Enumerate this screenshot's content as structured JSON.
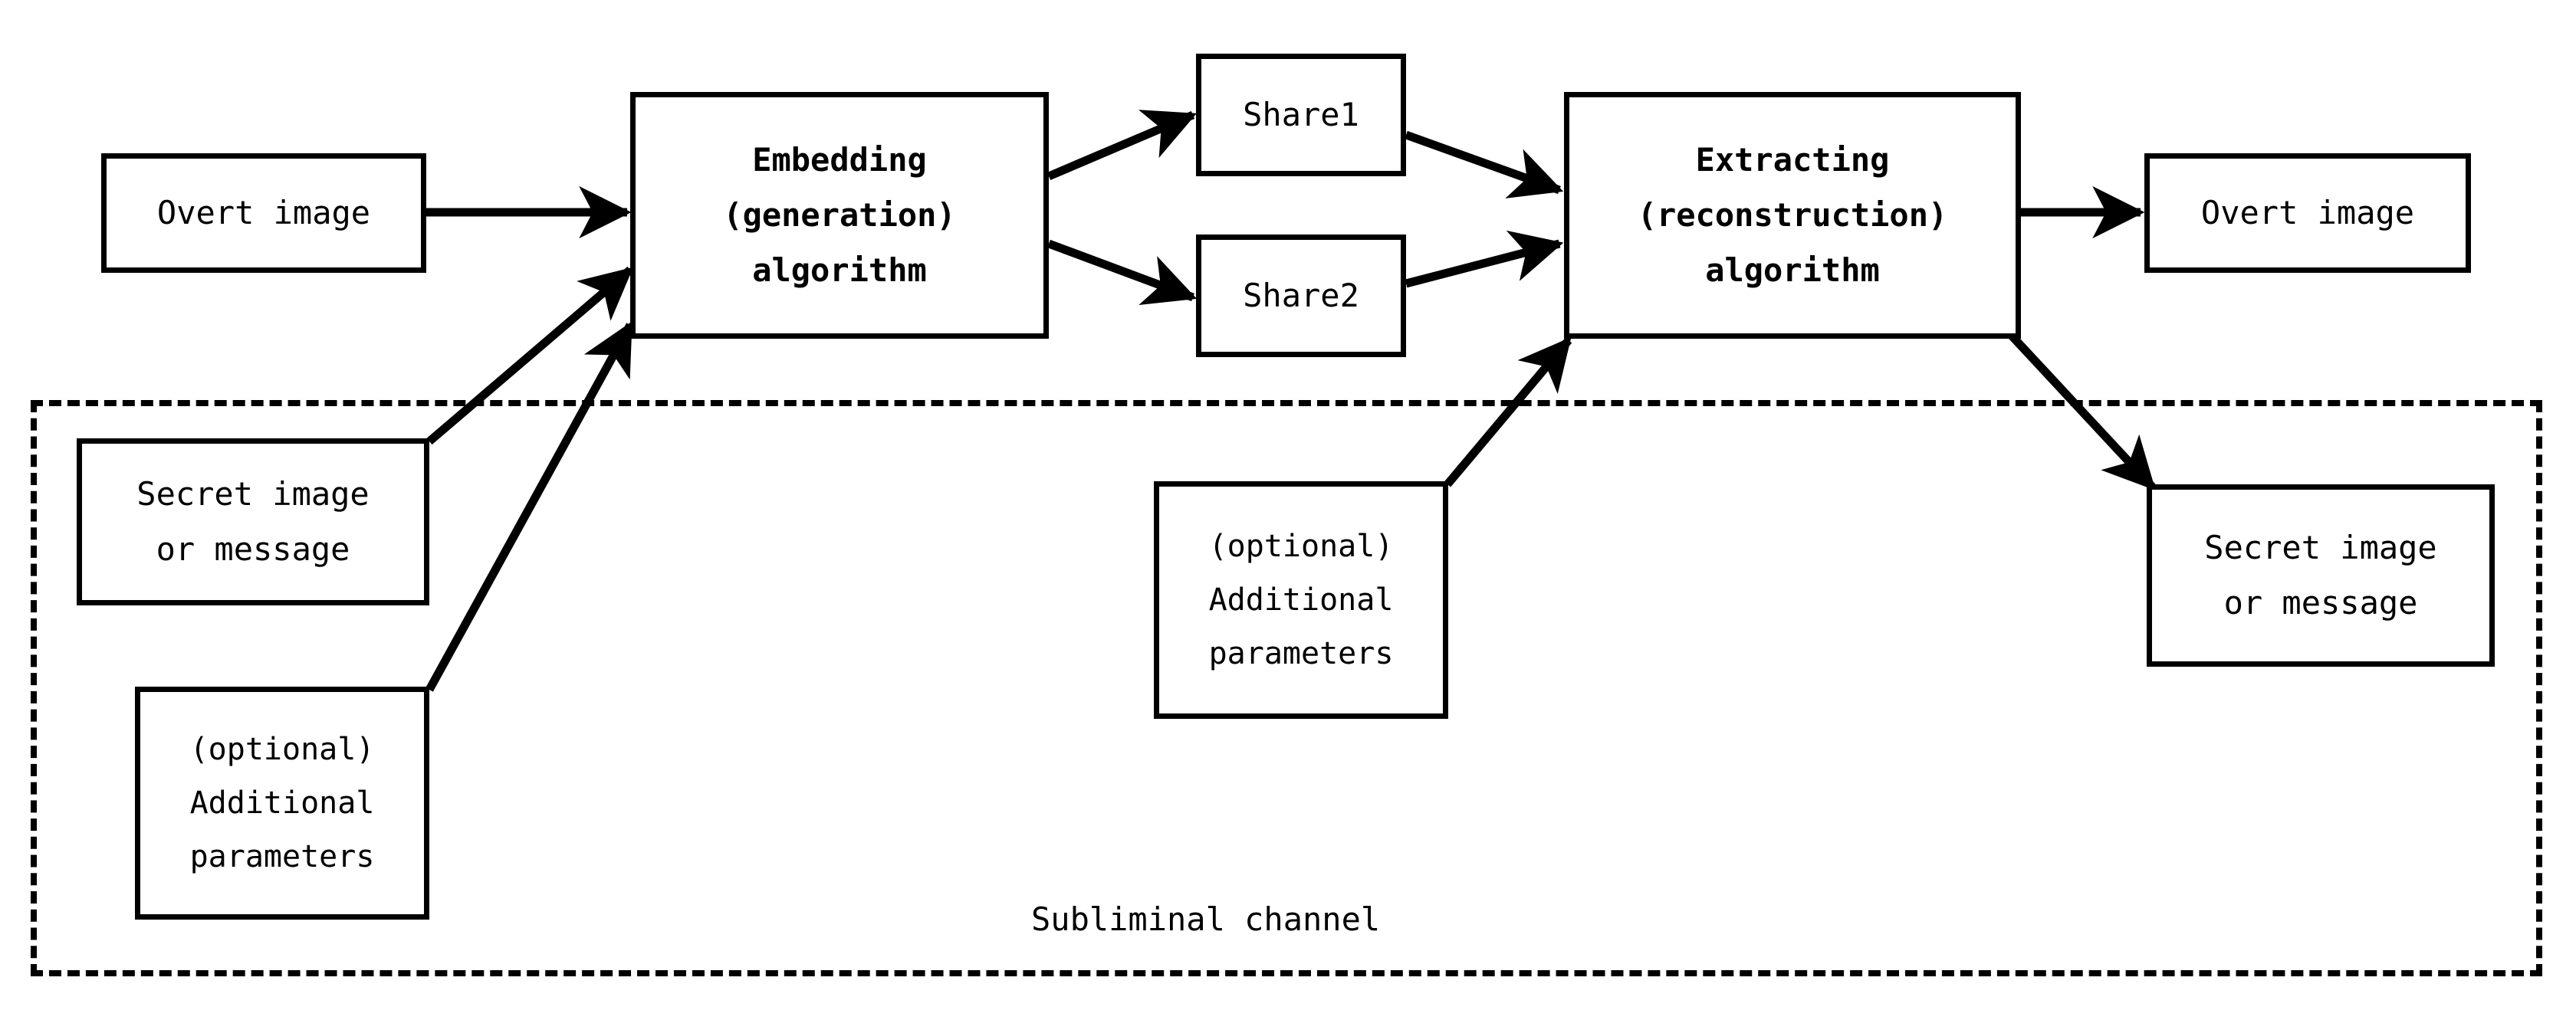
{
  "diagram": {
    "title_text_visible": false,
    "colors": {
      "stroke": "#000000",
      "background": "#ffffff",
      "text": "#000000"
    },
    "channel": {
      "label": "Subliminal channel"
    },
    "nodes": {
      "overt_in": {
        "lines": [
          "Overt image"
        ]
      },
      "embedding": {
        "lines": [
          "Embedding",
          "(generation)",
          "algorithm"
        ]
      },
      "share1": {
        "lines": [
          "Share1"
        ]
      },
      "share2": {
        "lines": [
          "Share2"
        ]
      },
      "extracting": {
        "lines": [
          "Extracting",
          "(reconstruction)",
          "algorithm"
        ]
      },
      "overt_out": {
        "lines": [
          "Overt image"
        ]
      },
      "secret_in": {
        "lines": [
          "Secret image",
          "or message"
        ]
      },
      "params_in": {
        "lines": [
          "(optional)",
          "Additional",
          "parameters"
        ]
      },
      "params_mid": {
        "lines": [
          "(optional)",
          "Additional",
          "parameters"
        ]
      },
      "secret_out": {
        "lines": [
          "Secret image",
          "or message"
        ]
      }
    },
    "edges": [
      {
        "from": "overt_in",
        "to": "embedding"
      },
      {
        "from": "secret_in",
        "to": "embedding"
      },
      {
        "from": "params_in",
        "to": "embedding"
      },
      {
        "from": "embedding",
        "to": "share1"
      },
      {
        "from": "embedding",
        "to": "share2"
      },
      {
        "from": "share1",
        "to": "extracting"
      },
      {
        "from": "share2",
        "to": "extracting"
      },
      {
        "from": "params_mid",
        "to": "extracting"
      },
      {
        "from": "extracting",
        "to": "overt_out"
      },
      {
        "from": "extracting",
        "to": "secret_out"
      }
    ]
  }
}
